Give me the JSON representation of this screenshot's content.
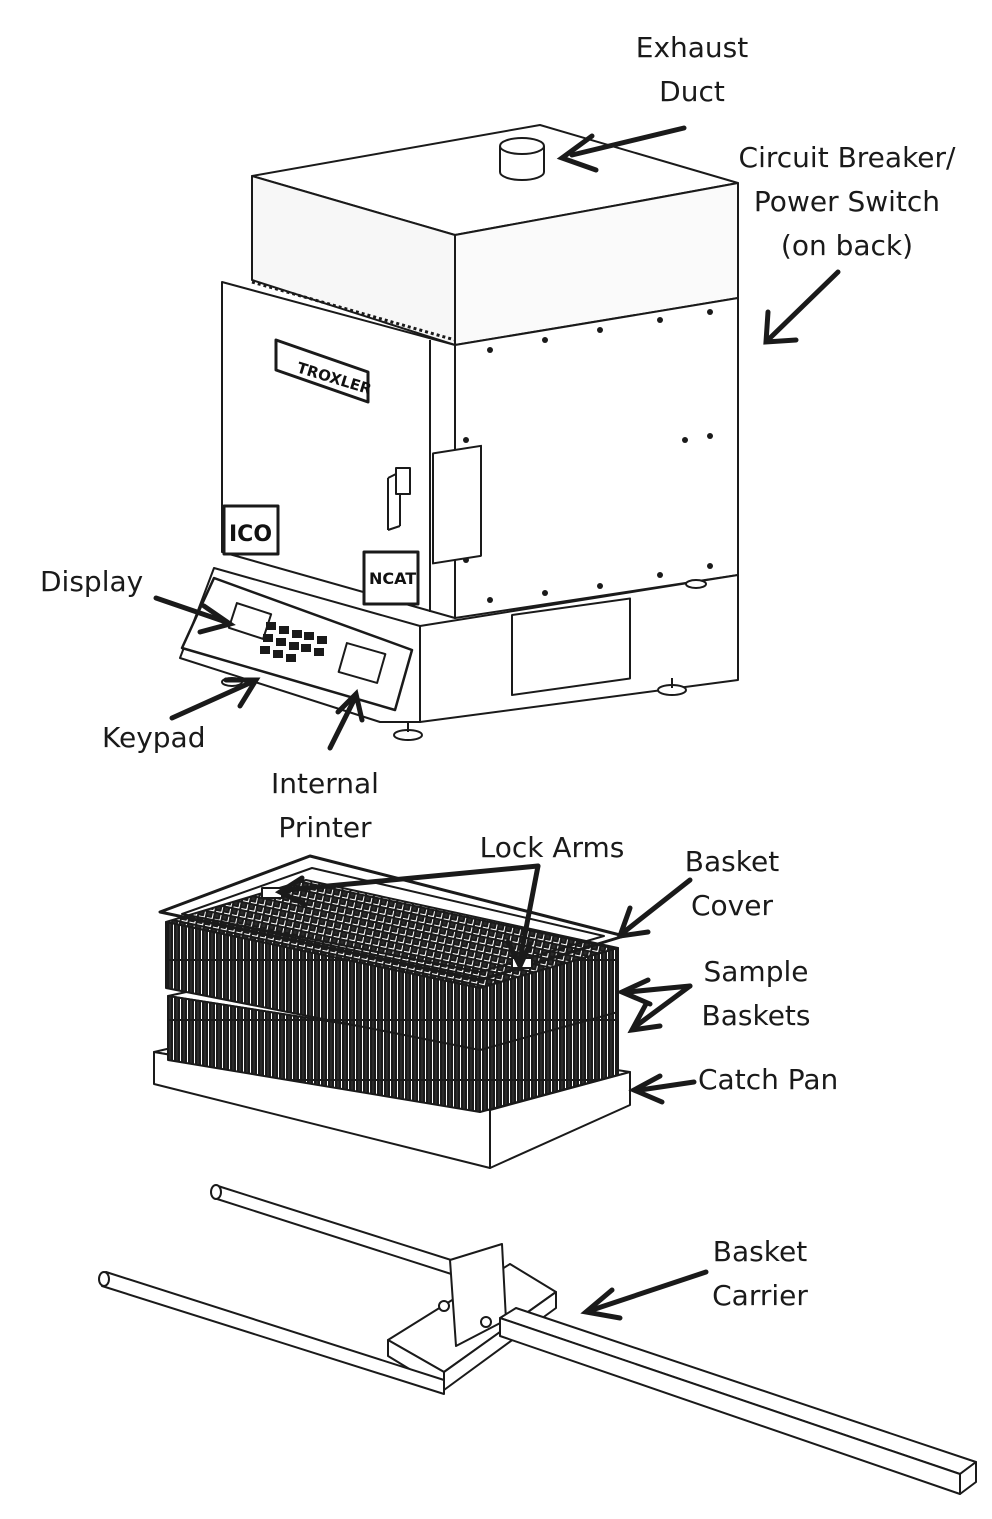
{
  "labels": {
    "exhaust_duct": [
      "Exhaust",
      "Duct"
    ],
    "circuit_breaker": [
      "Circuit Breaker/",
      "Power Switch",
      "(on back)"
    ],
    "display": "Display",
    "keypad": "Keypad",
    "internal_printer": [
      "Internal",
      "Printer"
    ],
    "lock_arms": "Lock Arms",
    "basket_cover": [
      "Basket",
      "Cover"
    ],
    "sample_baskets": [
      "Sample",
      "Baskets"
    ],
    "catch_pan": "Catch Pan",
    "basket_carrier": [
      "Basket",
      "Carrier"
    ]
  },
  "badges": {
    "brand": "TROXLER",
    "ico": "ICO",
    "ncat": "NCAT"
  },
  "colors": {
    "line": "#1a1a1a",
    "fill": "#ffffff",
    "shade": "#f2f2f2",
    "grid": "#2a2a2a"
  }
}
